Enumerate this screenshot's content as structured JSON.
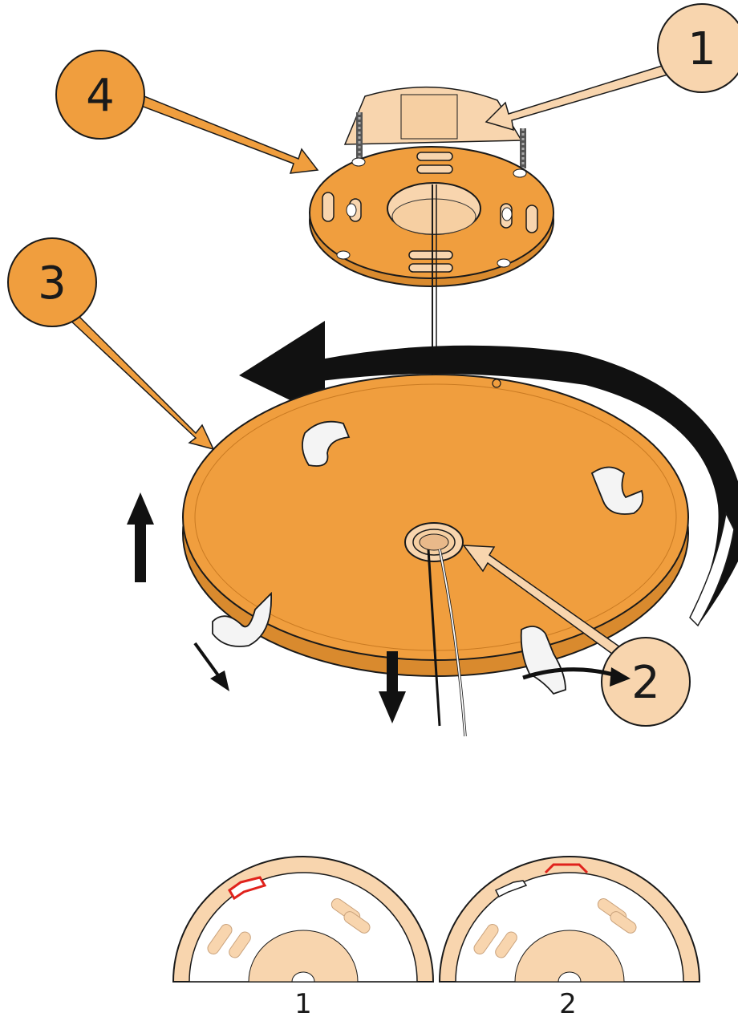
{
  "colors": {
    "orange": "#f09e3e",
    "orange_dark": "#d98a2e",
    "peach": "#f8d5ae",
    "hook": "#f4f4f4",
    "black": "#111111",
    "latch_red": "#e0221c"
  },
  "callouts": {
    "c1": {
      "label": "1",
      "fill": "peach",
      "icon": "callout-circle"
    },
    "c2": {
      "label": "2",
      "fill": "peach",
      "icon": "callout-circle"
    },
    "c3": {
      "label": "3",
      "fill": "orange",
      "icon": "callout-circle"
    },
    "c4": {
      "label": "4",
      "fill": "orange",
      "icon": "callout-circle"
    }
  },
  "steps": {
    "step1": {
      "label": "1"
    },
    "step2": {
      "label": "2"
    }
  },
  "icons": [
    "rotate-arrow-icon",
    "up-arrow-icon",
    "down-arrow-icon",
    "push-arrow-icon",
    "turn-arrow-icon"
  ]
}
